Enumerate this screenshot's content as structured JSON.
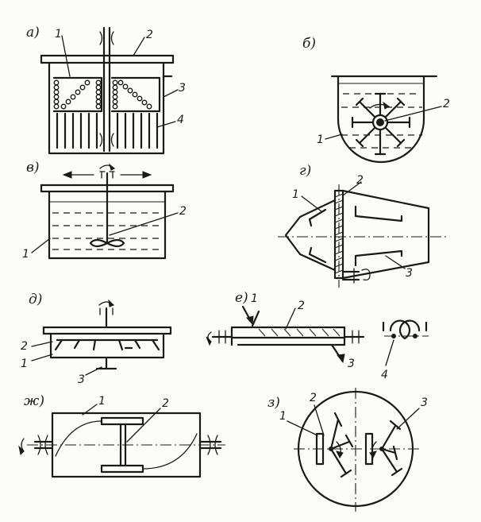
{
  "figures": {
    "a": {
      "label": "а)",
      "parts": [
        "1",
        "2",
        "3",
        "4"
      ]
    },
    "b": {
      "label": "б)",
      "parts": [
        "1",
        "2"
      ]
    },
    "v": {
      "label": "в)",
      "parts": [
        "1",
        "2"
      ]
    },
    "g": {
      "label": "г)",
      "parts": [
        "1",
        "2",
        "3"
      ]
    },
    "d": {
      "label": "д)",
      "parts": [
        "2",
        "1",
        "3"
      ]
    },
    "e": {
      "label": "е)",
      "parts": [
        "1",
        "2",
        "3",
        "4"
      ]
    },
    "zh": {
      "label": "ж)",
      "parts": [
        "1",
        "2"
      ]
    },
    "z": {
      "label": "з)",
      "parts": [
        "2",
        "1",
        "3"
      ]
    }
  }
}
